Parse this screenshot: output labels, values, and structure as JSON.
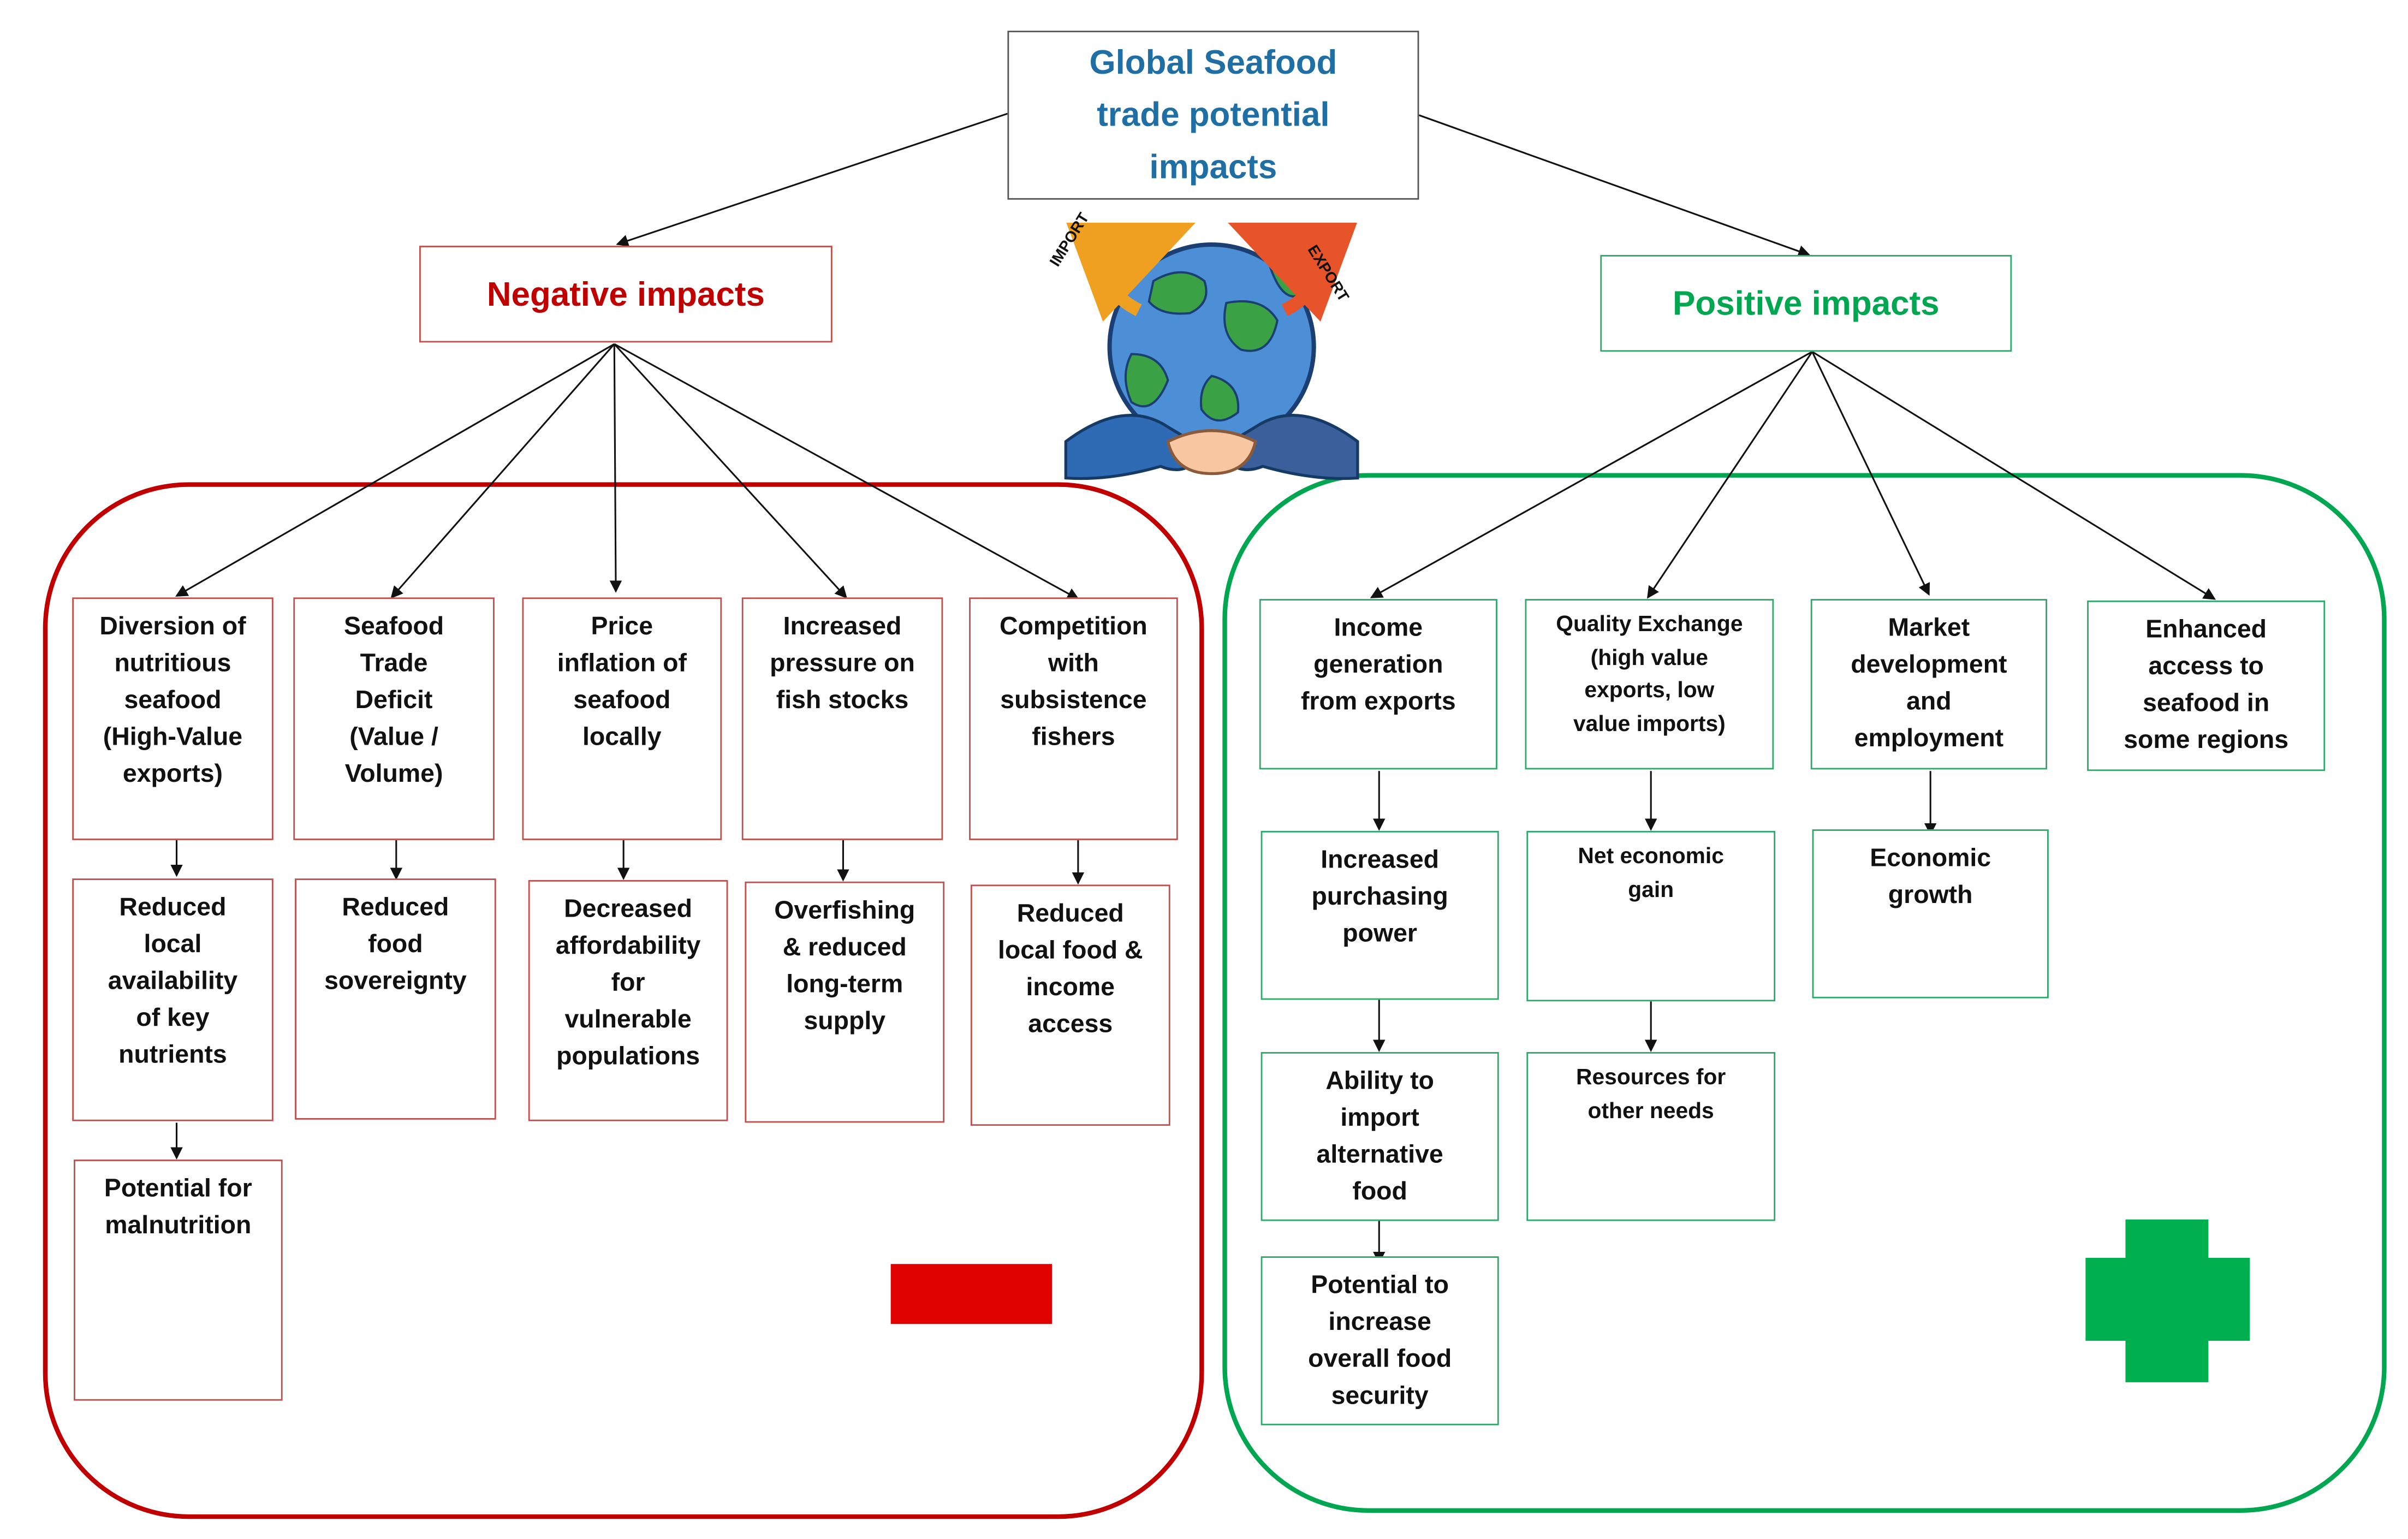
{
  "title": "Global Seafood\ntrade potential\nimpacts",
  "negative": {
    "label": "Negative impacts",
    "causes": [
      "Diversion of\nnutritious\nseafood\n(High-Value\nexports)",
      "Seafood\nTrade\nDeficit\n(Value /\nVolume)",
      "Price\ninflation of\nseafood\nlocally",
      "Increased\npressure on\nfish stocks",
      "Competition\nwith\nsubsistence\nfishers"
    ],
    "effects": [
      "Reduced\nlocal\navailability\nof key\nnutrients",
      "Reduced\nfood\nsovereignty",
      "Decreased\naffordability\nfor\nvulnerable\npopulations",
      "Overfishing\n& reduced\nlong-term\nsupply",
      "Reduced\nlocal food &\nincome\naccess"
    ],
    "third": "Potential for\nmalnutrition"
  },
  "positive": {
    "label": "Positive impacts",
    "causes": [
      "Income\ngeneration\nfrom exports",
      "Quality Exchange\n(high value\nexports, low\nvalue imports)",
      "Market\ndevelopment\nand\nemployment",
      "Enhanced\naccess to\nseafood in\nsome regions"
    ],
    "chain1": [
      "Increased\npurchasing\npower",
      "Ability to\nimport\nalternative\nfood",
      "Potential to\nincrease\noverall food\nsecurity"
    ],
    "chain2": [
      "Net economic\ngain",
      "Resources for\nother needs"
    ],
    "chain3": [
      "Economic\ngrowth"
    ]
  },
  "illustration": {
    "import_label": "IMPORT",
    "export_label": "EXPORT",
    "icon": "globe-handshake-icon"
  },
  "colors": {
    "negative": "#c00000",
    "positive": "#00a650",
    "title": "#1f6fa5",
    "minus_symbol": "#e00000",
    "plus_symbol": "#00b050"
  }
}
